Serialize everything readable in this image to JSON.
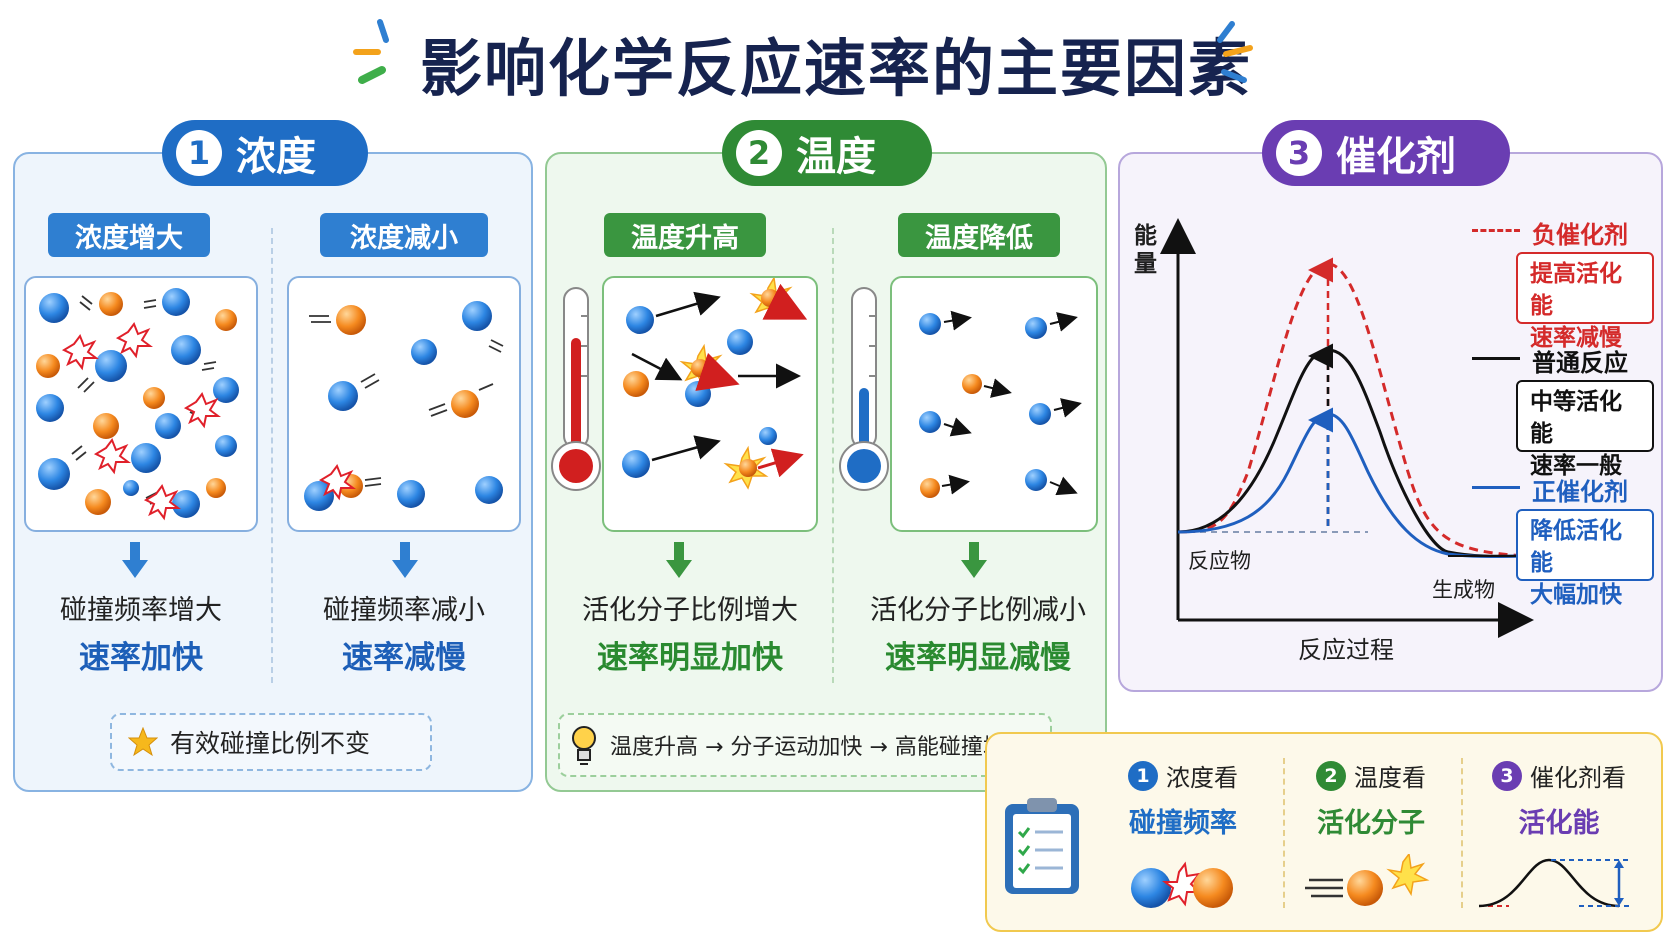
{
  "title": "影响化学反应速率的主要因素",
  "sections": {
    "concentration": {
      "number": "1",
      "label": "浓度",
      "left": {
        "tag": "浓度增大",
        "effect": "碰撞频率增大",
        "result": "速率加快"
      },
      "right": {
        "tag": "浓度减小",
        "effect": "碰撞频率减小",
        "result": "速率减慢"
      },
      "note": "有效碰撞比例不变"
    },
    "temperature": {
      "number": "2",
      "label": "温度",
      "left": {
        "tag": "温度升高",
        "effect": "活化分子比例增大",
        "result": "速率明显加快"
      },
      "right": {
        "tag": "温度降低",
        "effect": "活化分子比例减小",
        "result": "速率明显减慢"
      },
      "note": "温度升高 → 分子运动加快 → 高能碰撞增多"
    },
    "catalyst": {
      "number": "3",
      "label": "催化剂",
      "y_label": "能量",
      "x_label": "反应过程",
      "reactant_label": "反应物",
      "product_label": "生成物",
      "legend": [
        {
          "name": "负催化剂",
          "desc1": "提高活化能",
          "desc2": "速率减慢",
          "color": "#d42a2a"
        },
        {
          "name": "普通反应",
          "desc1": "中等活化能",
          "desc2": "速率一般",
          "color": "#111111"
        },
        {
          "name": "正催化剂",
          "desc1": "降低活化能",
          "desc2": "大幅加快",
          "color": "#1f5fbf"
        }
      ]
    }
  },
  "summary": [
    {
      "number": "1",
      "head": "浓度看",
      "key": "碰撞频率",
      "color": "#1f6dc5"
    },
    {
      "number": "2",
      "head": "温度看",
      "key": "活化分子",
      "color": "#2f8a35"
    },
    {
      "number": "3",
      "head": "催化剂看",
      "key": "活化能",
      "color": "#6a3db2"
    }
  ]
}
